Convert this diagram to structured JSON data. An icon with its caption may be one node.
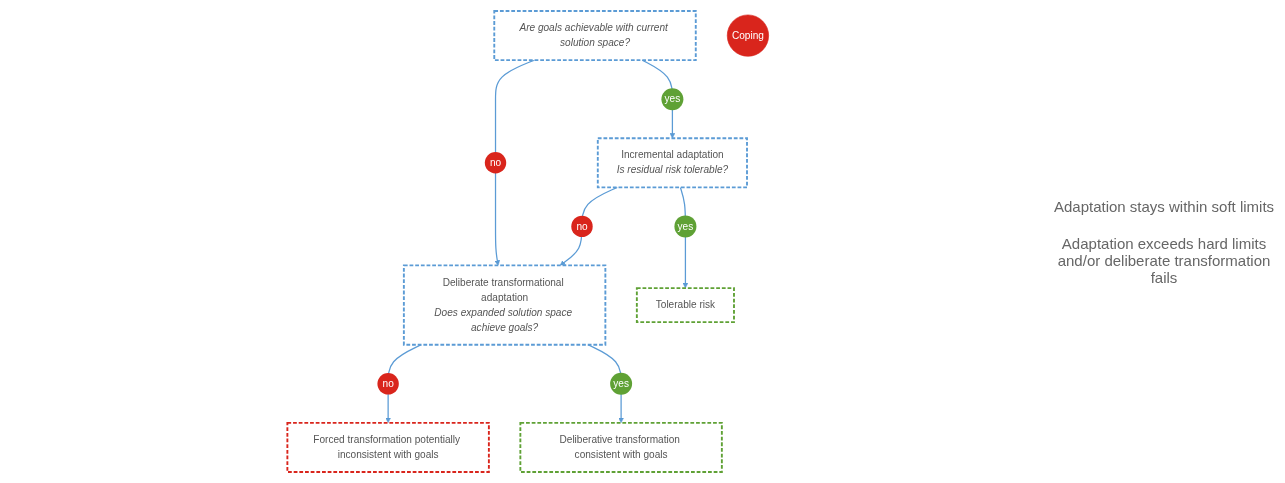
{
  "diagram": {
    "nodes": [
      {
        "text": [
          "Are goals achievable with current solution space?"
        ]
      },
      {
        "text": [
          "Incremental adaptation",
          "Is residual risk tolerable?"
        ]
      },
      {
        "text": [
          "Deliberate transformational adaptation",
          "Does expanded solution space achieve goals?"
        ]
      },
      {
        "text": [
          "Tolerable risk"
        ]
      },
      {
        "text": [
          "Forced transformation potentially inconsistent with goals"
        ]
      },
      {
        "text": [
          "Deliberative transformation consistent with goals"
        ]
      },
      {
        "text": [
          "Coping"
        ]
      }
    ],
    "edges": [
      {
        "from": 0,
        "to": 1,
        "arrow": "to",
        "label": "yes"
      },
      {
        "from": 0,
        "to": 2,
        "arrow": "to",
        "label": "no"
      },
      {
        "from": 1,
        "to": 2,
        "arrow": "to",
        "label": "no"
      },
      {
        "from": 1,
        "to": 3,
        "arrow": "to",
        "label": "yes"
      },
      {
        "from": 2,
        "to": 4,
        "arrow": "to",
        "label": "no"
      },
      {
        "from": 2,
        "to": 5,
        "arrow": "to",
        "label": "yes"
      }
    ],
    "labels": [
      "Adaptation stays within soft limits",
      "Adaptation exceeds hard limits and/or deliberate transformation fails"
    ]
  }
}
